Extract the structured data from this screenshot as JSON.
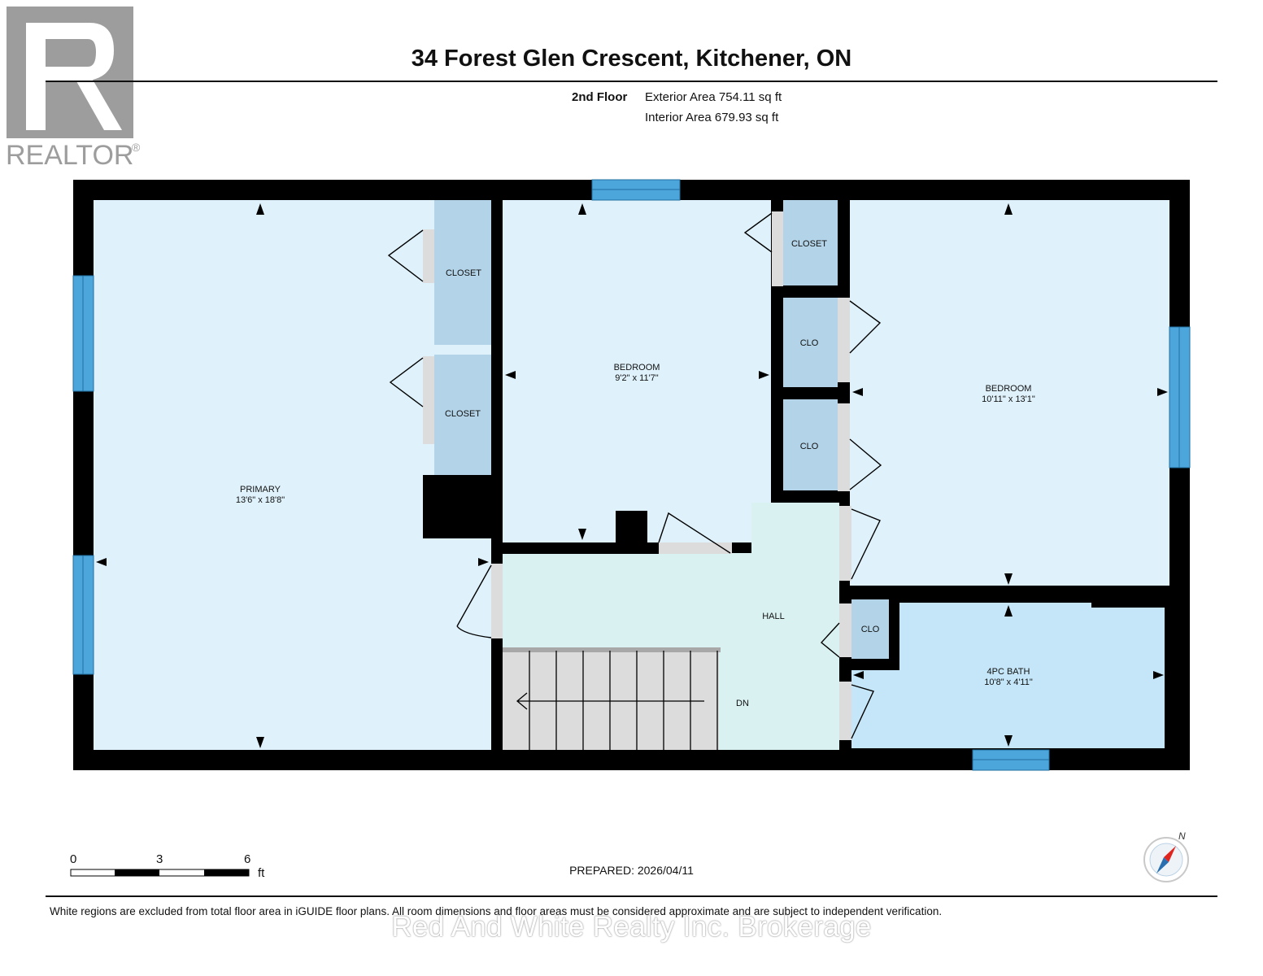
{
  "header": {
    "title": "34 Forest Glen Crescent, Kitchener, ON",
    "floor_label": "2nd Floor",
    "exterior_area": "Exterior Area 754.11 sq ft",
    "interior_area": "Interior Area 679.93 sq ft"
  },
  "logo": {
    "text": "REALTOR",
    "mark": "®"
  },
  "rooms": {
    "primary": {
      "name": "PRIMARY",
      "dims": "13'6\" x 18'8\""
    },
    "bedroom1": {
      "name": "BEDROOM",
      "dims": "9'2\" x 11'7\""
    },
    "bedroom2": {
      "name": "BEDROOM",
      "dims": "10'11\" x 13'1\""
    },
    "bath": {
      "name": "4PC BATH",
      "dims": "10'8\" x 4'11\""
    },
    "hall": {
      "name": "HALL"
    },
    "stairs": {
      "label": "DN"
    },
    "closet_a": "CLOSET",
    "closet_b": "CLOSET",
    "closet_c": "CLOSET",
    "clo_a": "CLO",
    "clo_b": "CLO",
    "clo_c": "CLO"
  },
  "scale": {
    "ticks": [
      "0",
      "3",
      "6"
    ],
    "unit": "ft"
  },
  "compass": {
    "label": "N"
  },
  "footer": {
    "prepared": "PREPARED: 2026/04/11",
    "disclaimer": "White regions are excluded from total floor area in iGUIDE floor plans. All room dimensions and floor areas must be considered approximate and are subject to independent verification.",
    "brokerage": "Red And White Realty Inc. Brokerage"
  },
  "colors": {
    "wall": "#000000",
    "room_fill": "#dff2fc",
    "hall_fill": "#d9f1f1",
    "bath_fill": "#c4e6f8",
    "closet_fill": "#b3d4e8",
    "window": "#4ca6dc",
    "door_jamb": "#dcdcdc",
    "logo_gray": "#9d9d9d",
    "compass_red": "#e0251f"
  }
}
